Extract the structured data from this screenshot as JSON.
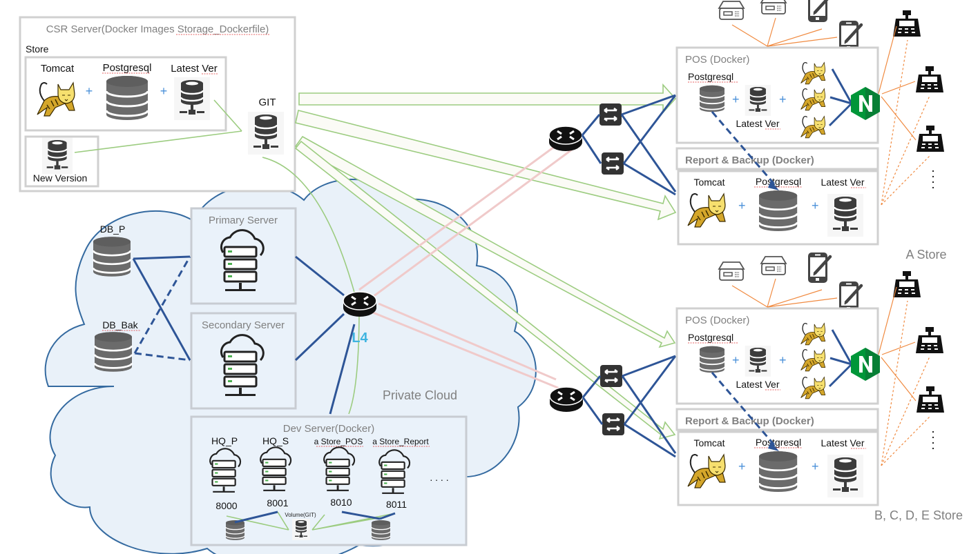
{
  "csr_server": {
    "title": "CSR Server(Docker Images Storage_Dockerfile)",
    "store_label": "Store",
    "components": [
      {
        "name": "Tomcat",
        "icon": "tomcat-icon"
      },
      {
        "name": "Postgresql",
        "icon": "database-icon"
      },
      {
        "name": "Latest Ver",
        "icon": "database-server-icon"
      }
    ],
    "new_version_label": "New Version",
    "git_label": "GIT",
    "plus": "+"
  },
  "private_cloud": {
    "label": "Private Cloud",
    "db_primary": "DB_P",
    "db_backup": "DB_Bak",
    "primary_server": "Primary Server",
    "secondary_server": "Secondary Server",
    "l4_label": "L4",
    "dev_server": {
      "title": "Dev Server(Docker)",
      "instances": [
        {
          "name": "HQ_P",
          "port": "8000"
        },
        {
          "name": "HQ_S",
          "port": "8001"
        },
        {
          "name": "a Store_POS",
          "port": "8010"
        },
        {
          "name": "a Store_Report",
          "port": "8011"
        }
      ],
      "more": ". . . .",
      "volume_label": "Volume(GIT)"
    }
  },
  "stores": [
    {
      "label": "A Store",
      "pos": {
        "title": "POS (Docker)",
        "db_label": "Postgresql",
        "latest_label": "Latest Ver"
      },
      "report": {
        "title": "Report & Backup (Docker)",
        "tomcat": "Tomcat",
        "postgresql": "Postgresql",
        "latest": "Latest Ver"
      },
      "ellipsis": ":"
    },
    {
      "label": "B, C, D, E Store",
      "pos": {
        "title": "POS (Docker)",
        "db_label": "Postgresql",
        "latest_label": "Latest Ver"
      },
      "report": {
        "title": "Report & Backup (Docker)",
        "tomcat": "Tomcat",
        "postgresql": "Postgresql",
        "latest": "Latest Ver"
      },
      "ellipsis": ":"
    }
  ],
  "colors": {
    "link_blue": "#2e5597",
    "deploy_green": "#9ccc80",
    "device_orange": "#f08a40",
    "l4_cyan": "#3fb4e0",
    "nginx_green": "#009639",
    "cloud_fill": "#e9f1f9"
  }
}
